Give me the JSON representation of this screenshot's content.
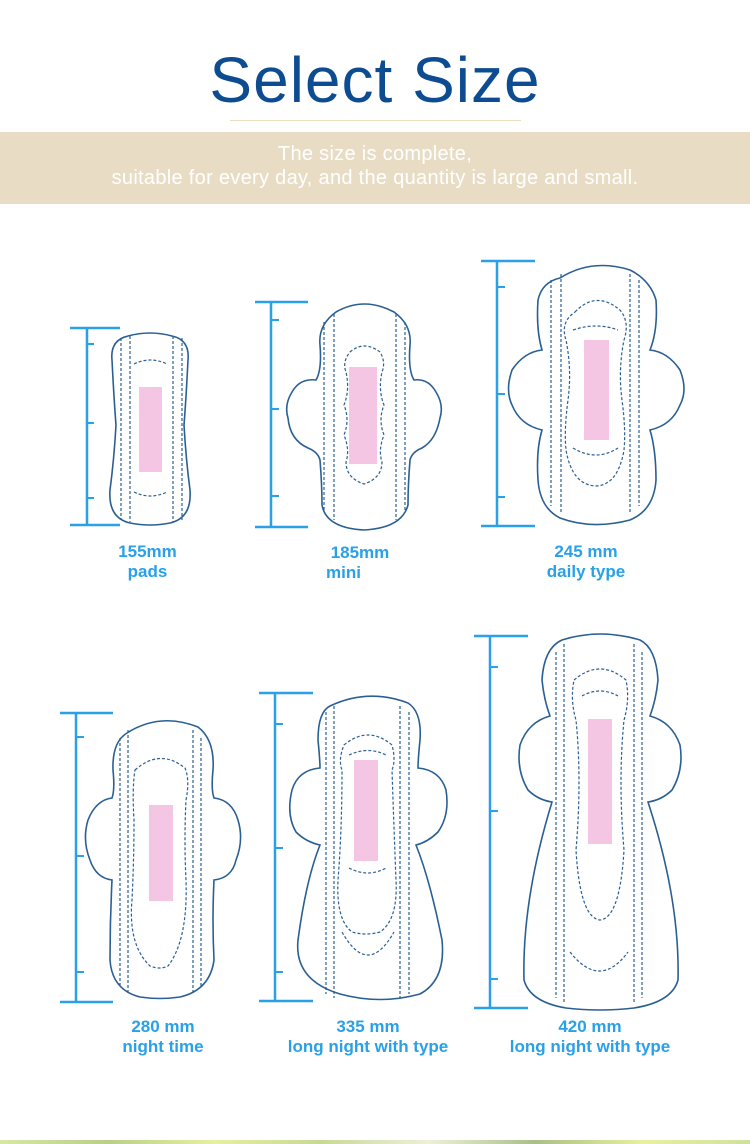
{
  "header": {
    "title": "Select Size",
    "subtitle_line1": "The size is complete,",
    "subtitle_line2": "suitable for every day, and the quantity is large and small."
  },
  "colors": {
    "title": "#0d4c91",
    "banner_bg": "#e8dcc5",
    "ruler": "#29a0e8",
    "pad_outline": "#2a5f93",
    "core": "#f5c6e3",
    "caption": "#29a0e8"
  },
  "sizes": [
    {
      "length": "155mm",
      "type": "pads"
    },
    {
      "length": "185mm",
      "type": "mini"
    },
    {
      "length": "245 mm",
      "type": "daily type"
    },
    {
      "length": "280 mm",
      "type": "night time"
    },
    {
      "length": "335 mm",
      "type": "long night with type"
    },
    {
      "length": "420 mm",
      "type": "long night with type"
    }
  ]
}
